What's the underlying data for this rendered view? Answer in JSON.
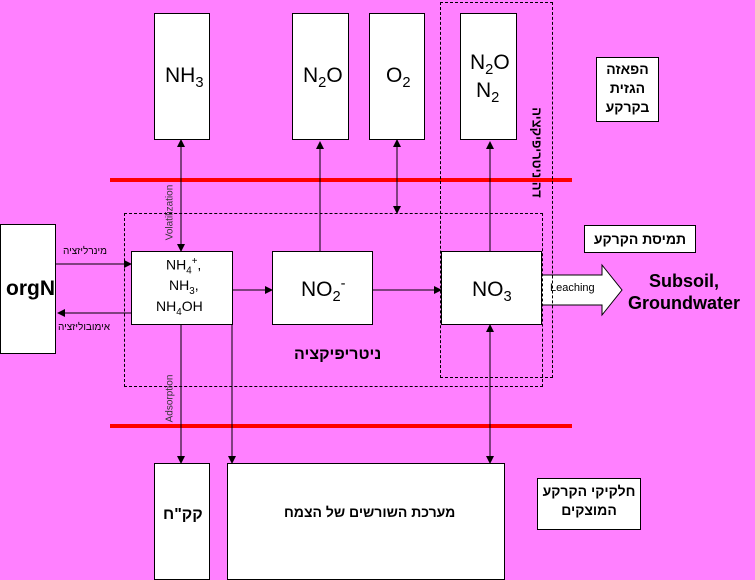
{
  "gases": {
    "nh3": "NH",
    "nh3_sub": "3",
    "n2o_n": "N",
    "n2o_sub": "2",
    "n2o_o": "O",
    "o2_o": "O",
    "o2_sub": "2",
    "denit_n2o_n": "N",
    "denit_n2o_sub": "2",
    "denit_n2o_o": "O",
    "denit_n2_n": "N",
    "denit_n2_sub": "2"
  },
  "soil_boxes": {
    "orgn": "orgN",
    "nh4_line1": "NH",
    "nh4_line1_sub": "4",
    "nh4_line1_sup": "+",
    "nh4_line1_tail": ",",
    "nh4_line2": "NH",
    "nh4_line2_sub": "3",
    "nh4_line2_tail": ",",
    "nh4_line3": "NH",
    "nh4_line3_sub": "4",
    "nh4_line3_tail": "OH",
    "no2": "NO",
    "no2_sub": "2",
    "no2_sup": "-",
    "no3": "NO",
    "no3_sub": "3",
    "kakach": "קק\"ח",
    "roots": "מערכת השורשים של הצמח"
  },
  "process_labels": {
    "mineralization": "מינרליזציה",
    "immobilization": "אימובוליזציה",
    "volatilization": "Volatilization",
    "adsorption": "Adsorption",
    "leaching": "Leaching",
    "nitrification": "ניטריפיקציה",
    "denitrification": "דה ניטריפיקציה"
  },
  "destination": {
    "line1": "Subsoil,",
    "line2": "Groundwater"
  },
  "phase_notes": {
    "gas_phase_line1": "הפאזה",
    "gas_phase_line2": "הגזית",
    "gas_phase_line3": "בקרקע",
    "soil_solution": "תמיסת הקרקע",
    "solid_line1": "חלקיקי הקרקע",
    "solid_line2": "המוצקים"
  },
  "colors": {
    "background": "#ff80ff",
    "boundary_lines": "#ff0000",
    "boxes": "#ffffff"
  }
}
